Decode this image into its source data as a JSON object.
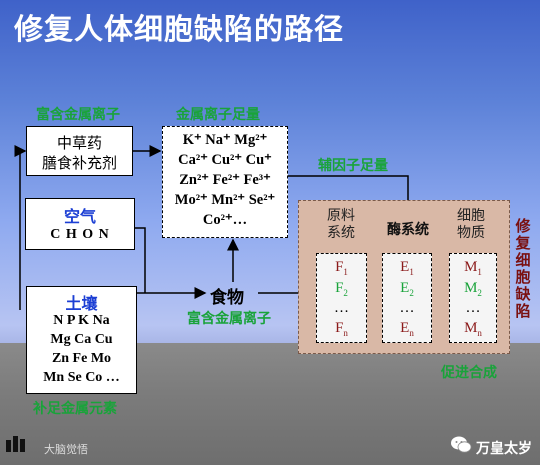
{
  "title": "修复人体细胞缺陷的路径",
  "herb_caption": "富含金属离子",
  "herb_box": {
    "line1": "中草药",
    "line2": "膳食补充剂"
  },
  "air_box": {
    "heading": "空气",
    "elements": "C H O N"
  },
  "soil_box": {
    "heading": "土壤",
    "rows": [
      "N P K Na",
      "Mg Ca Cu",
      "Zn Fe Mo",
      "Mn Se Co …"
    ]
  },
  "soil_caption": "补足金属元素",
  "ions_caption": "金属离子足量",
  "ions": [
    "K⁺ Na⁺ Mg²⁺",
    "Ca²⁺ Cu²⁺ Cu⁺",
    "Zn²⁺ Fe²⁺ Fe³⁺",
    "Mo²⁺ Mn²⁺ Se²⁺",
    "Co²⁺…"
  ],
  "cofactor_label": "辅因子足量",
  "food": {
    "label": "食物",
    "caption": "富含金属离子"
  },
  "panel": {
    "headers": {
      "raw": "原料\n系统",
      "enzyme": "酶系统",
      "cell": "细胞\n物质"
    },
    "raw_items": {
      "first": "F",
      "first_sub": "1",
      "second": "F",
      "second_sub": "2",
      "dots": "…",
      "last": "F",
      "last_sub": "n"
    },
    "enzyme_items": {
      "first": "E",
      "first_sub": "1",
      "second": "E",
      "second_sub": "2",
      "dots": "…",
      "last": "E",
      "last_sub": "n"
    },
    "cell_items": {
      "first": "M",
      "first_sub": "1",
      "second": "M",
      "second_sub": "2",
      "dots": "…",
      "last": "M",
      "last_sub": "n"
    }
  },
  "promote_label": "促进合成",
  "vertical_label": "修复细胞缺陷",
  "watermark_left": "大脑觉悟",
  "watermark_right": "万皇太岁",
  "colors": {
    "green": "#19a33a",
    "dark_red": "#8b1a1a",
    "blue": "#1c3fd4",
    "panel": "#d9b8a6"
  }
}
